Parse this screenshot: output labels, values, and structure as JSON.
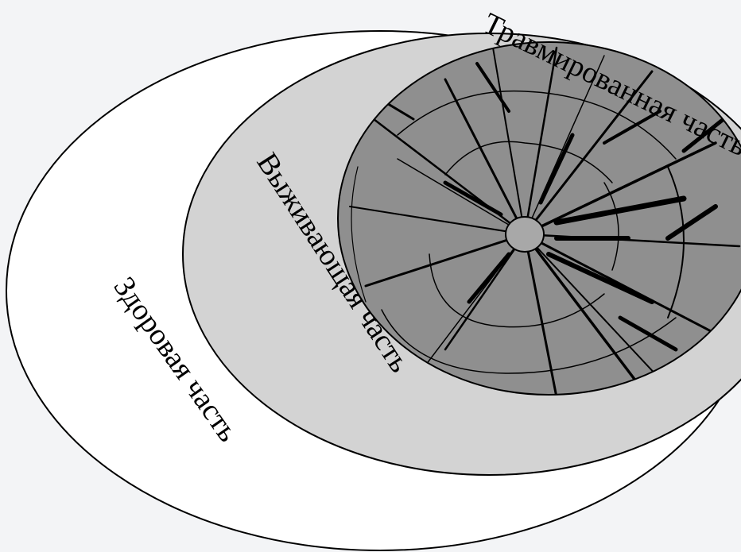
{
  "labels": {
    "healthy": "Здоровая часть",
    "surviving": "Выживающая часть",
    "injured": "Травмированная часть"
  },
  "colors": {
    "background": "#f3f4f6",
    "healthy_fill": "#ffffff",
    "surviving_fill": "#d3d3d3",
    "injured_fill": "#8f8f8f",
    "crack_color": "#000000",
    "outline": "#000000"
  }
}
